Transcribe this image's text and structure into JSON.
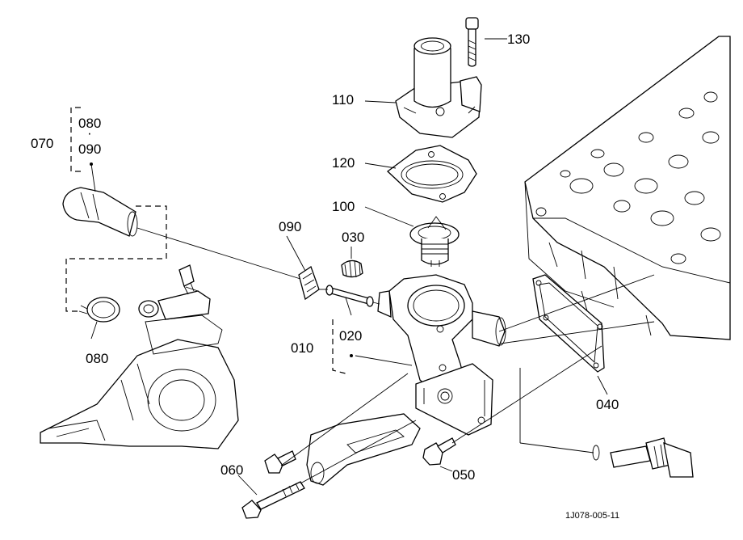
{
  "diagram": {
    "labels": {
      "p130": "130",
      "p110": "110",
      "p120": "120",
      "p100": "100",
      "p080a": "080",
      "p090a": "090",
      "p070": "070",
      "p090b": "090",
      "p030": "030",
      "p020": "020",
      "p010": "010",
      "p080b": "080",
      "p040": "040",
      "p060": "060",
      "p050": "050"
    },
    "drawing_code": "1J078-005-11"
  }
}
